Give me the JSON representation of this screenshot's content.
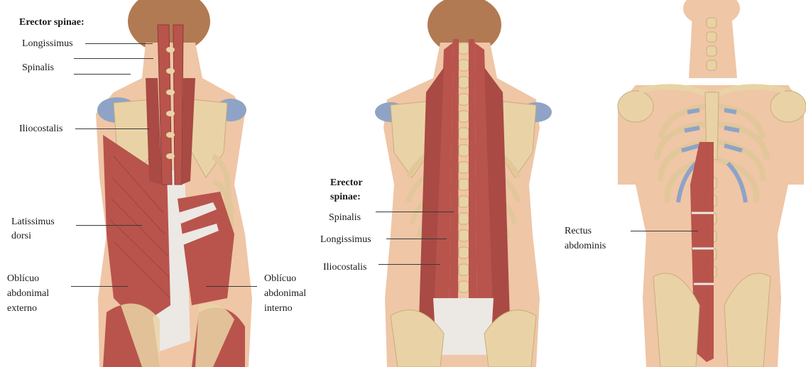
{
  "colors": {
    "skin": "#efc6a6",
    "skin_shadow": "#d9a583",
    "muscle": "#b8544c",
    "muscle_dark": "#8f3a35",
    "bone": "#e9d3a6",
    "bone_dark": "#c9ad7a",
    "cartilage": "#8fa3c6",
    "tendon": "#ece8e4",
    "leader": "#3a3a3a"
  },
  "left_panel": {
    "title": "Erector spinae:",
    "labels": {
      "longissimus": "Longissimus",
      "spinalis": "Spinalis",
      "iliocostalis": "Iliocostalis",
      "latissimus_1": "Latissimus",
      "latissimus_2": "dorsi",
      "obl_ext_1": "Oblícuo",
      "obl_ext_2": "abdonimal",
      "obl_ext_3": "externo",
      "obl_int_1": "Oblícuo",
      "obl_int_2": "abdonimal",
      "obl_int_3": "interno"
    }
  },
  "middle_panel": {
    "title_1": "Erector",
    "title_2": "spinae:",
    "labels": {
      "spinalis": "Spinalis",
      "longissimus": "Longissimus",
      "iliocostalis": "Iliocostalis"
    }
  },
  "right_panel": {
    "labels": {
      "rectus_1": "Rectus",
      "rectus_2": "abdominis"
    }
  }
}
